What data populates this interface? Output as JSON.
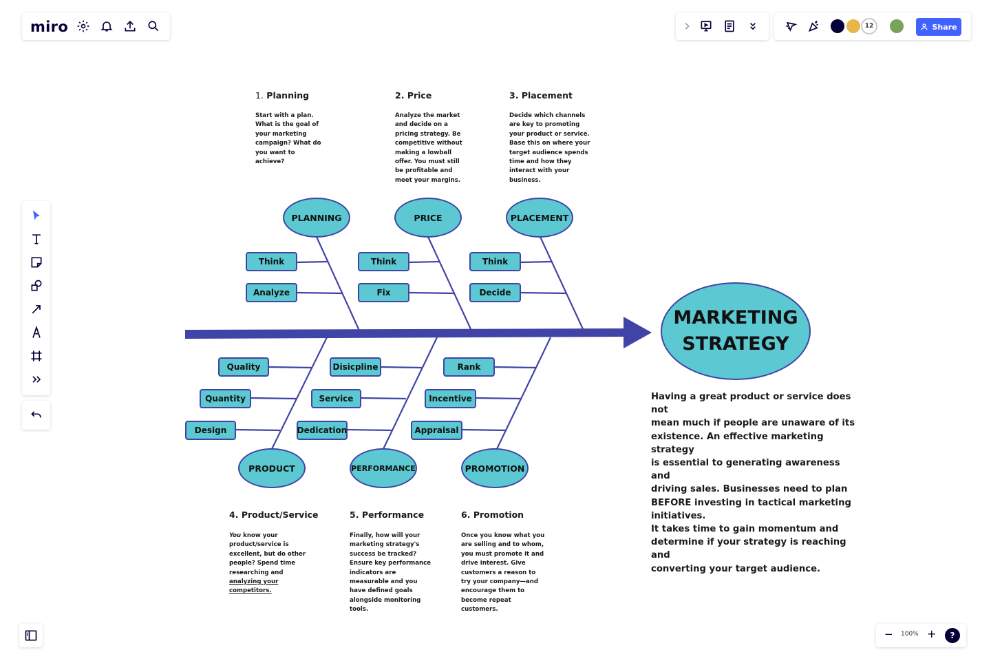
{
  "app": {
    "logo": "miro"
  },
  "toolbar": {
    "share_label": "Share",
    "collaborator_count": "12"
  },
  "zoom": {
    "level": "100%",
    "minus": "−",
    "plus": "+",
    "help": "?"
  },
  "sections": {
    "planning": {
      "num": "1.",
      "title": "Planning",
      "text": "Start with a plan.\nWhat is the goal of\nyour marketing\ncampaign? What do\nyou want to\nachieve?"
    },
    "price": {
      "num": "2.",
      "title": "Price",
      "text": "Analyze the market\nand decide on a\npricing strategy. Be\ncompetitive without\nmaking a lowball\noffer. You must still\nbe profitable and\nmeet your margins."
    },
    "placement": {
      "num": "3.",
      "title": "Placement",
      "text": "Decide which channels\nare key to promoting\nyour product or service.\nBase this on where your\ntarget audience spends\ntime and how they\ninteract with your\nbusiness."
    },
    "product": {
      "num": "4.",
      "title": "Product/Service",
      "text_italic": "You",
      "text": " know your\nproduct/service is\nexcellent, but do other\npeople? Spend time\nresearching and\n",
      "text_link": "analyzing your \ncompetitors."
    },
    "performance": {
      "num": "5.",
      "title": "Performance",
      "text": "Finally, how will your\nmarketing strategy's\nsuccess be tracked?\nEnsure key performance\nindicators are\nmeasurable and you\nhave defined goals\nalongside monitoring\ntools."
    },
    "promotion": {
      "num": "6.",
      "title": "Promotion",
      "text": "Once you know what you\nare selling and to whom,\nyou must promote it and\ndrive interest. Give\ncustomers a reason to\ntry your company—and\nencourage them to\nbecome repeat\ncustomers."
    }
  },
  "diagram": {
    "head_line1": "MARKETING",
    "head_line2": "STRATEGY",
    "categories": {
      "planning": "PLANNING",
      "price": "PRICE",
      "placement": "PLACEMENT",
      "product": "PRODUCT",
      "performance": "PERFORMANCE",
      "promotion": "PROMOTION"
    },
    "causes": {
      "planning": [
        "Think",
        "Analyze"
      ],
      "price": [
        "Think",
        "Fix"
      ],
      "placement": [
        "Think",
        "Decide"
      ],
      "product": [
        "Quality",
        "Quantity",
        "Design"
      ],
      "performance": [
        "Disicpline",
        "Service",
        "Dedication"
      ],
      "promotion": [
        "Rank",
        "Incentive",
        "Appraisal"
      ]
    }
  },
  "description": "Having a great product or service does not\nmean much if people are unaware of its\nexistence. An effective marketing strategy\nis essential to generating awareness and\ndriving sales. Businesses need to plan\nBEFORE investing in tactical marketing\ninitiatives.\nIt takes time to gain momentum and\ndetermine if your strategy is reaching and\nconverting your target audience.",
  "colors": {
    "node_fill": "#5bc8d2",
    "line": "#4044a6",
    "accent": "#4262ff"
  }
}
